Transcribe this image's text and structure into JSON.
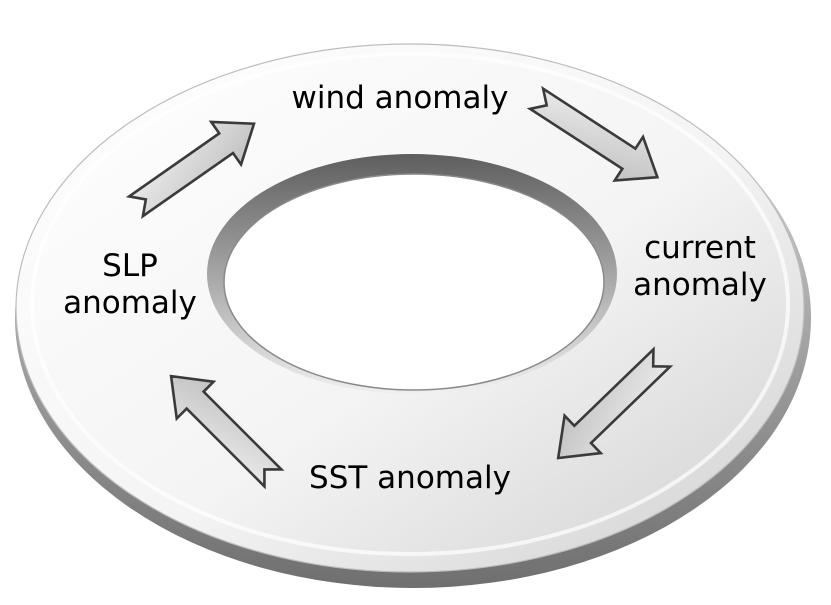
{
  "cycle": {
    "nodes": [
      {
        "id": "wind",
        "lines": [
          "wind anomaly"
        ]
      },
      {
        "id": "current",
        "lines": [
          "current",
          "anomaly"
        ]
      },
      {
        "id": "sst",
        "lines": [
          "SST anomaly"
        ]
      },
      {
        "id": "slp",
        "lines": [
          "SLP",
          "anomaly"
        ]
      }
    ]
  },
  "colors": {
    "ring_light": "#fbfbfb",
    "ring_mid": "#dedede",
    "ring_shadow": "#9a9a9a",
    "ring_edge": "#7a7a7a",
    "hole": "#ffffff",
    "arrow_fill": "#d4d4d4",
    "arrow_stroke": "#3a3a3a",
    "text": "#000000"
  }
}
